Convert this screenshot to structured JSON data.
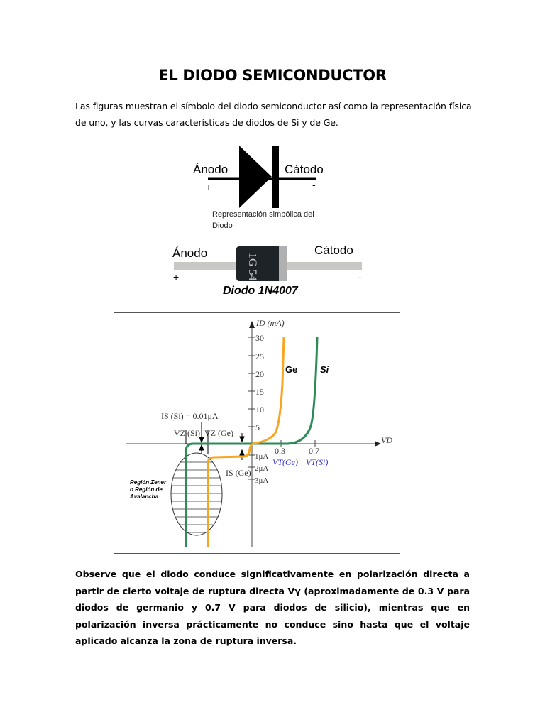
{
  "title": "EL DIODO SEMICONDUCTOR",
  "intro": [
    "Las figuras muestran el símbolo del diodo semiconductor así como la representación física",
    "de uno, y las curvas características de diodos de Si y de Ge."
  ],
  "symbol": {
    "anode": "Ánodo",
    "cathode": "Cátodo",
    "plus": "+",
    "minus": "-",
    "caption_1": "Representación simbólica del",
    "caption_2": "Diodo"
  },
  "photo": {
    "anode": "Ánodo",
    "cathode": "Cátodo",
    "plus": "+",
    "minus": "-",
    "caption": "Diodo 1N4007",
    "colors": {
      "body": "#1e2328",
      "wire": "#c8c8c4"
    }
  },
  "graph": {
    "y_axis_label": "ID (mA)",
    "x_axis_label": "VD",
    "y_ticks": [
      "30",
      "25",
      "20",
      "15",
      "10",
      "5"
    ],
    "neg_ticks": [
      "1μA",
      "2μA",
      "3μA"
    ],
    "x_ticks": [
      "0.3",
      "0.7"
    ],
    "vt_ge": "VT(Ge)",
    "vt_si": "VT(Si)",
    "ge_label": "Ge",
    "si_label": "Si",
    "is_si": "IS (Si) = 0.01μA",
    "vz_si": "VZ (Si)",
    "vz_ge": "VZ (Ge)",
    "is_ge": "IS (Ge)",
    "zener_1": "Región Zener",
    "zener_2": "o Región de",
    "zener_3": "Avalancha",
    "colors": {
      "ge": "#f5a623",
      "si": "#2e8b57",
      "vt": "#3333cc"
    }
  },
  "conclusion": "Observe que el diodo conduce significativamente en polarización directa a partir de cierto voltaje de ruptura directa Vγ (aproximadamente de 0.3 V para diodos de germanio y 0.7 V para diodos de silicio), mientras que en polarización inversa prácticamente no conduce sino hasta que el voltaje aplicado alcanza la zona de ruptura inversa."
}
